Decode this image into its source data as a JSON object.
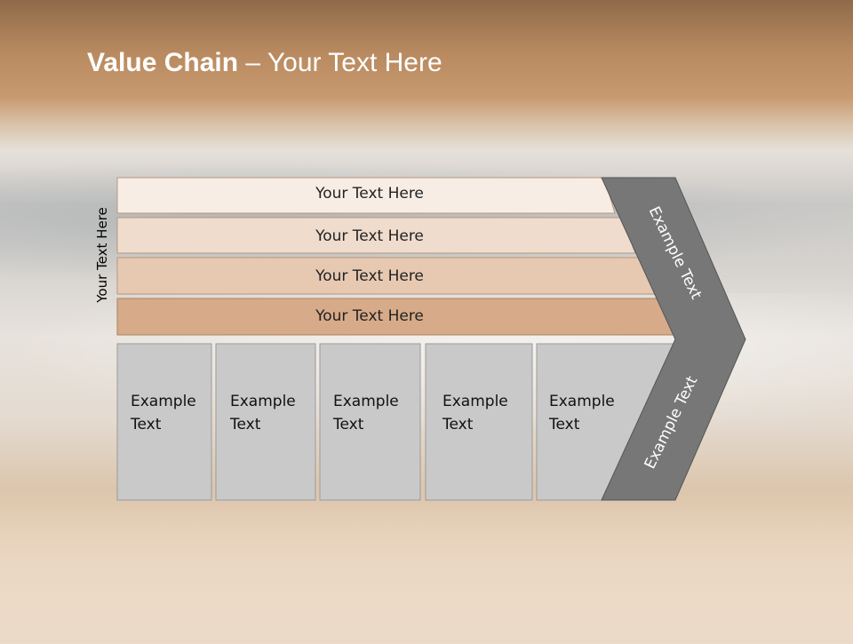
{
  "title": {
    "bold": "Value Chain",
    "rest": " – Your Text Here"
  },
  "side_label": "Your Text Here",
  "bars": [
    {
      "label": "Your Text Here",
      "color": "#f8ede5"
    },
    {
      "label": "Your Text Here",
      "color": "#f0dccd"
    },
    {
      "label": "Your Text Here",
      "color": "#e7c9b2"
    },
    {
      "label": "Your Text Here",
      "color": "#d7ab89"
    }
  ],
  "cells": [
    {
      "line1": "Example",
      "line2": "Text"
    },
    {
      "line1": "Example",
      "line2": "Text"
    },
    {
      "line1": "Example",
      "line2": "Text"
    },
    {
      "line1": "Example",
      "line2": "Text"
    },
    {
      "line1": "Example",
      "line2": "Text"
    }
  ],
  "arrow": {
    "upper": "Example Text",
    "lower": "Example Text",
    "color": "#777777"
  },
  "cell_color": "#c9c9c9"
}
